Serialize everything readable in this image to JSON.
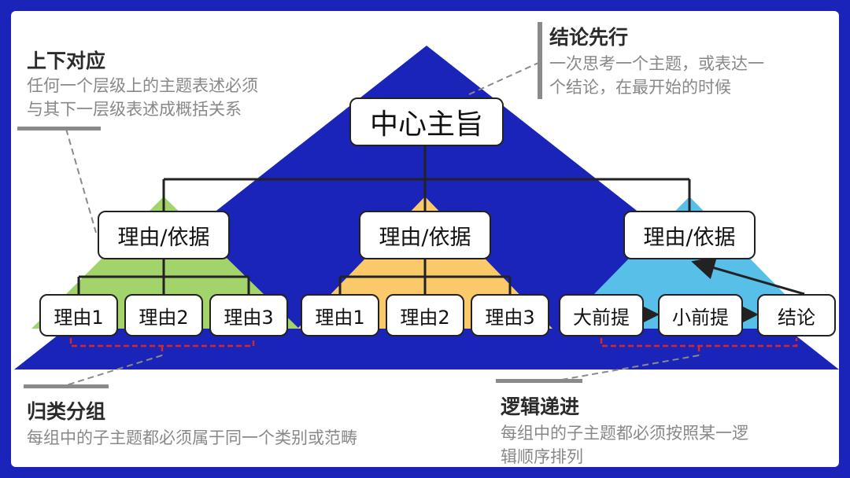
{
  "center": "中心主旨",
  "reasons": [
    "理由/依据",
    "理由/依据",
    "理由/依据"
  ],
  "group_left": [
    "理由1",
    "理由2",
    "理由3"
  ],
  "group_mid": [
    "理由1",
    "理由2",
    "理由3"
  ],
  "group_right": [
    "大前提",
    "小前提",
    "结论"
  ],
  "notes": {
    "top_left": {
      "title": "上下对应",
      "lines": [
        "任何一个层级上的主题表述必须",
        "与其下一层级表述成概括关系"
      ]
    },
    "top_right": {
      "title": "结论先行",
      "lines": [
        "一次思考一个主题，或表达一",
        "个结论，在最开始的时候"
      ]
    },
    "bottom_left": {
      "title": "归类分组",
      "lines": [
        "每组中的子主题都必须属于同一个类别或范畴"
      ]
    },
    "bottom_right": {
      "title": "逻辑递进",
      "lines": [
        "每组中的子主题都必须按照某一逻",
        "辑顺序排列"
      ]
    }
  },
  "colors": {
    "border": "#1a24b8",
    "pyramid_main": "#1a24b8",
    "pyramid_left": "#a3d36b",
    "pyramid_mid": "#f9c96a",
    "pyramid_right": "#58bfe8",
    "dashed_bracket": "#d62828",
    "gray_bar": "#8a8a8a"
  }
}
